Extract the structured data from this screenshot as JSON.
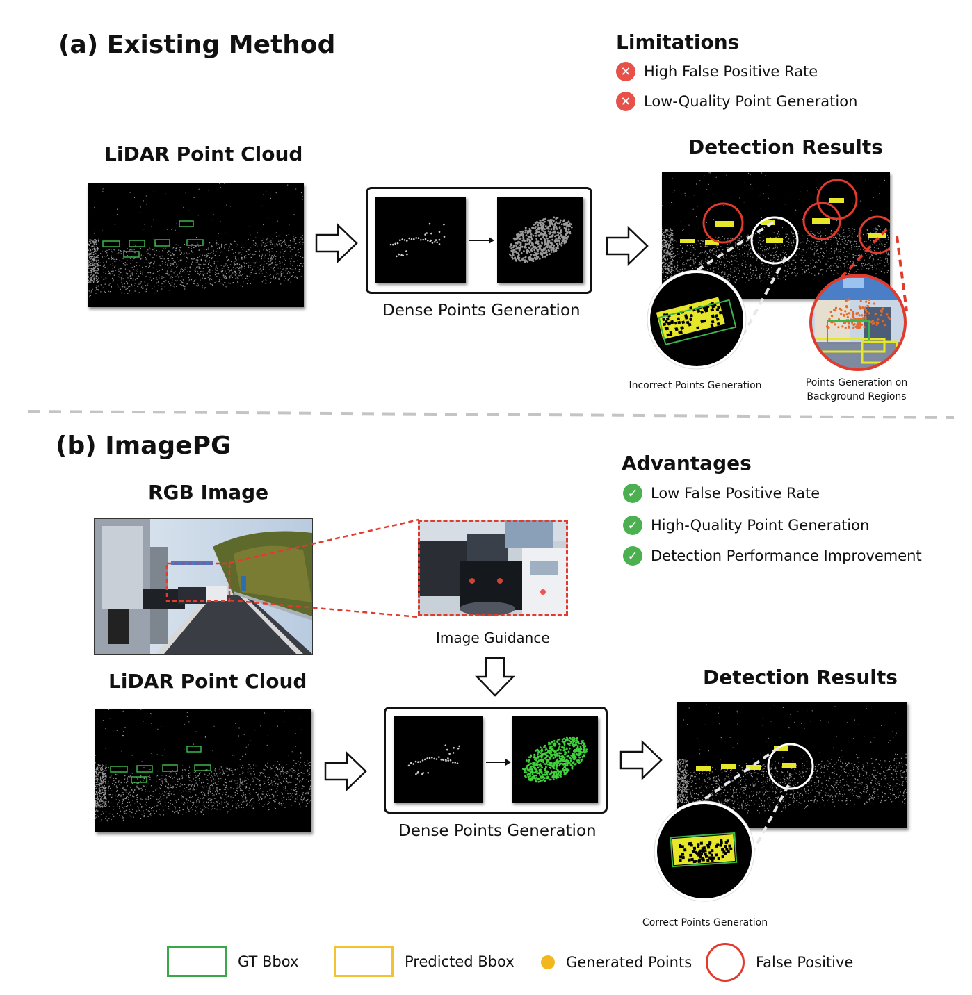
{
  "section_a": {
    "title": "(a) Existing Method",
    "lidar_label": "LiDAR Point Cloud",
    "dense_caption": "Dense Points Generation",
    "detection_label": "Detection Results",
    "limitations": {
      "heading": "Limitations",
      "items": [
        "High False Positive Rate",
        "Low-Quality Point Generation"
      ]
    },
    "zoom_captions": {
      "incorrect": "Incorrect Points Generation",
      "background_1": "Points Generation on",
      "background_2": "Background Regions"
    }
  },
  "section_b": {
    "title": "(b) ImagePG",
    "rgb_label": "RGB Image",
    "guidance_caption": "Image Guidance",
    "lidar_label": "LiDAR Point Cloud",
    "dense_caption": "Dense Points Generation",
    "detection_label": "Detection Results",
    "advantages": {
      "heading": "Advantages",
      "items": [
        "Low False Positive Rate",
        "High-Quality Point Generation",
        "Detection Performance  Improvement"
      ]
    },
    "zoom_caption": "Correct Points Generation"
  },
  "legend": {
    "items": [
      {
        "label": "GT Bbox",
        "color": "#3aa84a"
      },
      {
        "label": "Predicted Bbox",
        "color": "#f2c230"
      },
      {
        "label": "Generated Points",
        "color": "#f2b61f"
      },
      {
        "label": "False Positive",
        "color": "#e03b2c"
      }
    ]
  },
  "colors": {
    "red": "#e03b2c",
    "green": "#4caf50",
    "gt": "#3aa84a",
    "pred": "#e6e62a",
    "dashed": "#bbbbbb"
  },
  "icons": [
    "cross-icon",
    "check-icon",
    "arrow-right-icon",
    "arrow-down-icon"
  ]
}
